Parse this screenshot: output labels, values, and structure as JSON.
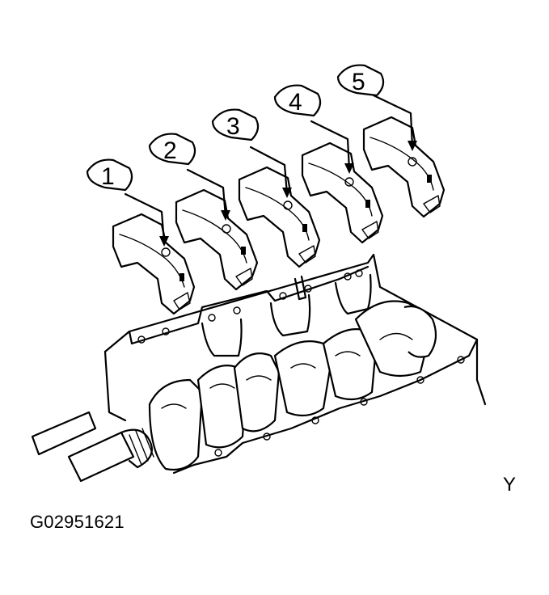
{
  "diagram": {
    "cap_labels": [
      "1",
      "2",
      "3",
      "4",
      "5"
    ],
    "view_letter": "Y",
    "figure_code": "G02951621"
  }
}
